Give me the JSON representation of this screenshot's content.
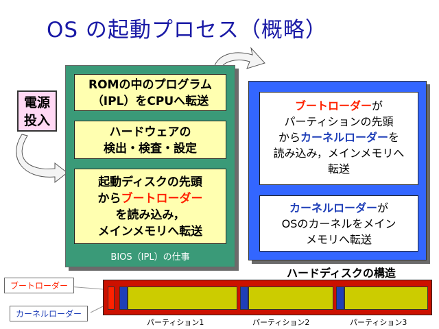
{
  "title": "OS の起動プロセス（概略）",
  "power": {
    "line1": "電源",
    "line2": "投入"
  },
  "bios": {
    "box1": {
      "line1": "ROMの中のプログラム",
      "line2": "（IPL）をCPUへ転送"
    },
    "box2": {
      "line1": "ハードウェアの",
      "line2": "検出・検査・設定"
    },
    "box3": {
      "line1": "起動ディスクの先頭",
      "line2_prefix": "から",
      "line2_highlight": "ブートローダー",
      "line3": "を読み込み，",
      "line4": "メインメモリへ転送"
    },
    "caption": "BIOS（IPL）の仕事"
  },
  "disk": {
    "box1": {
      "l1_highlight": "ブートローダー",
      "l1_suffix": "が",
      "l2": "パーティションの先頭",
      "l3_prefix": "から",
      "l3_highlight": "カーネルローダー",
      "l3_suffix": "を",
      "l4": "読み込み，メインメモリへ",
      "l5": "転送"
    },
    "box2": {
      "l1_highlight": "カーネルローダー",
      "l1_suffix": "が",
      "l2": "OSのカーネルをメイン",
      "l3": "メモリへ転送"
    },
    "title": "ハードディスクの構造"
  },
  "harddisk": {
    "bootloader_label": "ブートローダー",
    "kernelloader_label": "カーネルローダー",
    "partitions": [
      "パーティション1",
      "パーティション2",
      "パーティション3"
    ]
  },
  "colors": {
    "title": "#1a1aa6",
    "bios_bg": "#3a9a78",
    "disk_bg": "#3366ff",
    "highlight_red": "#ff2200",
    "highlight_blue": "#1f3fb8",
    "partition_fill": "#cccc00"
  }
}
